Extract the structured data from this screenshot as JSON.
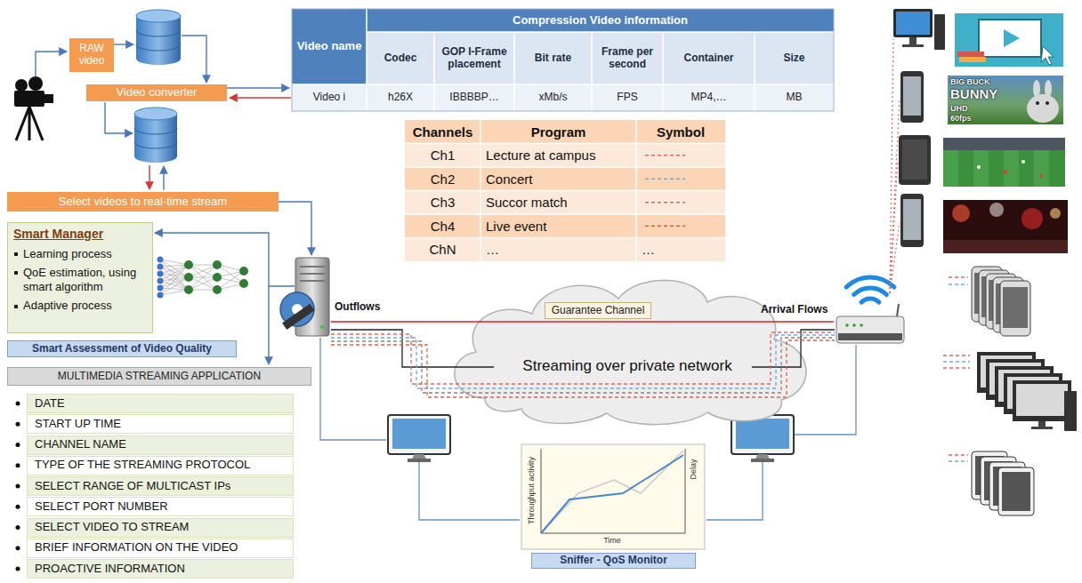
{
  "diagram": {
    "nodes": [
      {
        "text": [
          "RAW video"
        ]
      },
      {
        "text": [
          "Video converter"
        ]
      },
      {
        "text": [
          "Select videos to real-time stream"
        ]
      },
      {
        "text": [
          "Smart Manager",
          "Learning process",
          "QoE estimation, using smart algorithm",
          "Adaptive process"
        ]
      },
      {
        "text": [
          "Smart Assessment of Video Quality"
        ]
      },
      {
        "text": [
          "MULTIMEDIA STREAMING APPLICATION"
        ]
      },
      {
        "text": [
          "DATE"
        ]
      },
      {
        "text": [
          "START UP TIME"
        ]
      },
      {
        "text": [
          "CHANNEL NAME"
        ]
      },
      {
        "text": [
          "TYPE OF THE STREAMING PROTOCOL"
        ]
      },
      {
        "text": [
          "SELECT RANGE OF MULTICAST IPs"
        ]
      },
      {
        "text": [
          "SELECT PORT NUMBER"
        ]
      },
      {
        "text": [
          "SELECT VIDEO TO STREAM"
        ]
      },
      {
        "text": [
          "BRIEF INFORMATION ON THE VIDEO"
        ]
      },
      {
        "text": [
          "PROACTIVE INFORMATION"
        ]
      },
      {
        "text": [
          "Streaming over private network"
        ]
      },
      {
        "text": [
          "Guarantee Channel"
        ],
        "in": 15
      },
      {
        "text": [
          "Sniffer - QoS Monitor"
        ]
      }
    ],
    "labels": [
      "Video name",
      "Compression Video information",
      "Codec",
      "GOP I-Frame placement",
      "Bit rate",
      "Frame per second",
      "Container",
      "Size",
      "Video i",
      "h26X",
      "IBBBBP…",
      "xMb/s",
      "FPS",
      "MP4,…",
      "MB",
      "Channels",
      "Program",
      "Symbol",
      "Ch1",
      "Lecture at campus",
      "Ch2",
      "Concert",
      "Ch3",
      "Succor match",
      "Ch4",
      "Live event",
      "ChN",
      "…",
      "…",
      "BIG BUCK",
      "BUNNY",
      "UHD",
      "60fps",
      "Outflows",
      "Arrival Flows",
      "Throughput activity",
      "Delay",
      "Time"
    ]
  }
}
